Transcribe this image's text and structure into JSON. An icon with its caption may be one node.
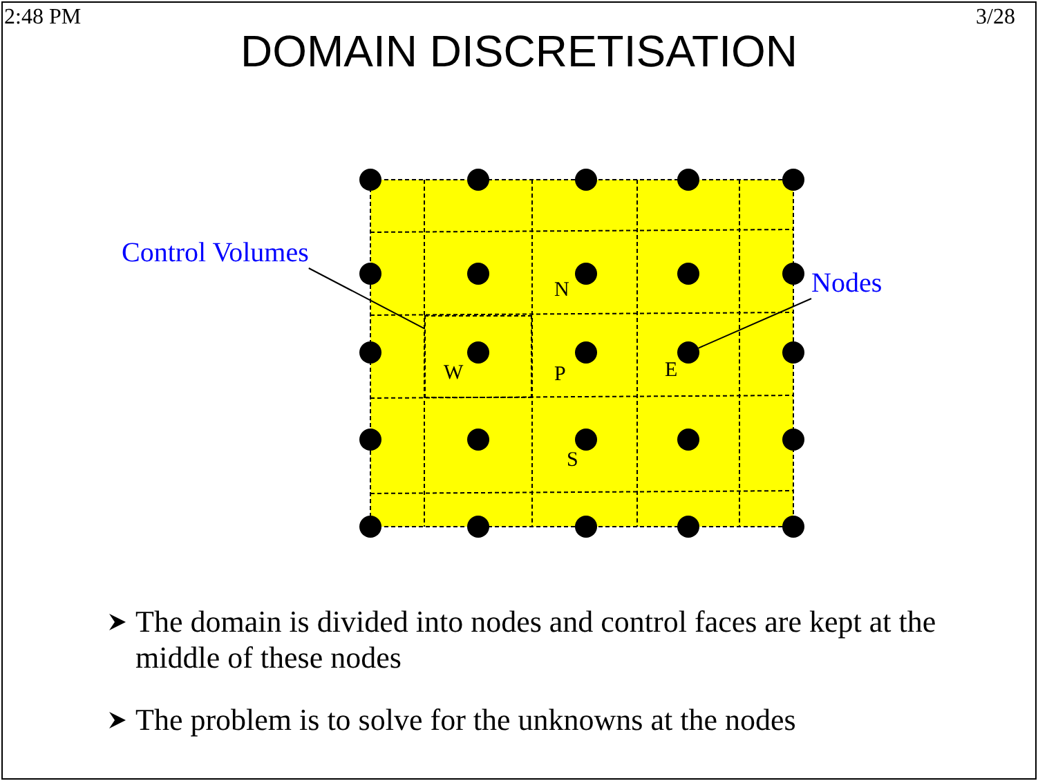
{
  "diagram": {
    "title": "DOMAIN DISCRETISATION",
    "nodes": [
      {
        "text": [
          "Control Volumes"
        ]
      },
      {
        "text": [
          "Nodes"
        ]
      },
      {
        "text": [],
        "shape": "box"
      },
      {
        "text": [],
        "shape": "circle"
      }
    ],
    "edges": [
      {
        "from": 0,
        "to": 2,
        "arrow": "none"
      },
      {
        "from": 1,
        "to": 3,
        "arrow": "none"
      }
    ],
    "labels": [
      "2:48 PM",
      "3/28",
      "N",
      "W",
      "P",
      "E",
      "S",
      "The domain is divided into nodes and control faces are kept at the middle of these nodes",
      "The problem is to solve for the unknowns at the nodes"
    ]
  }
}
